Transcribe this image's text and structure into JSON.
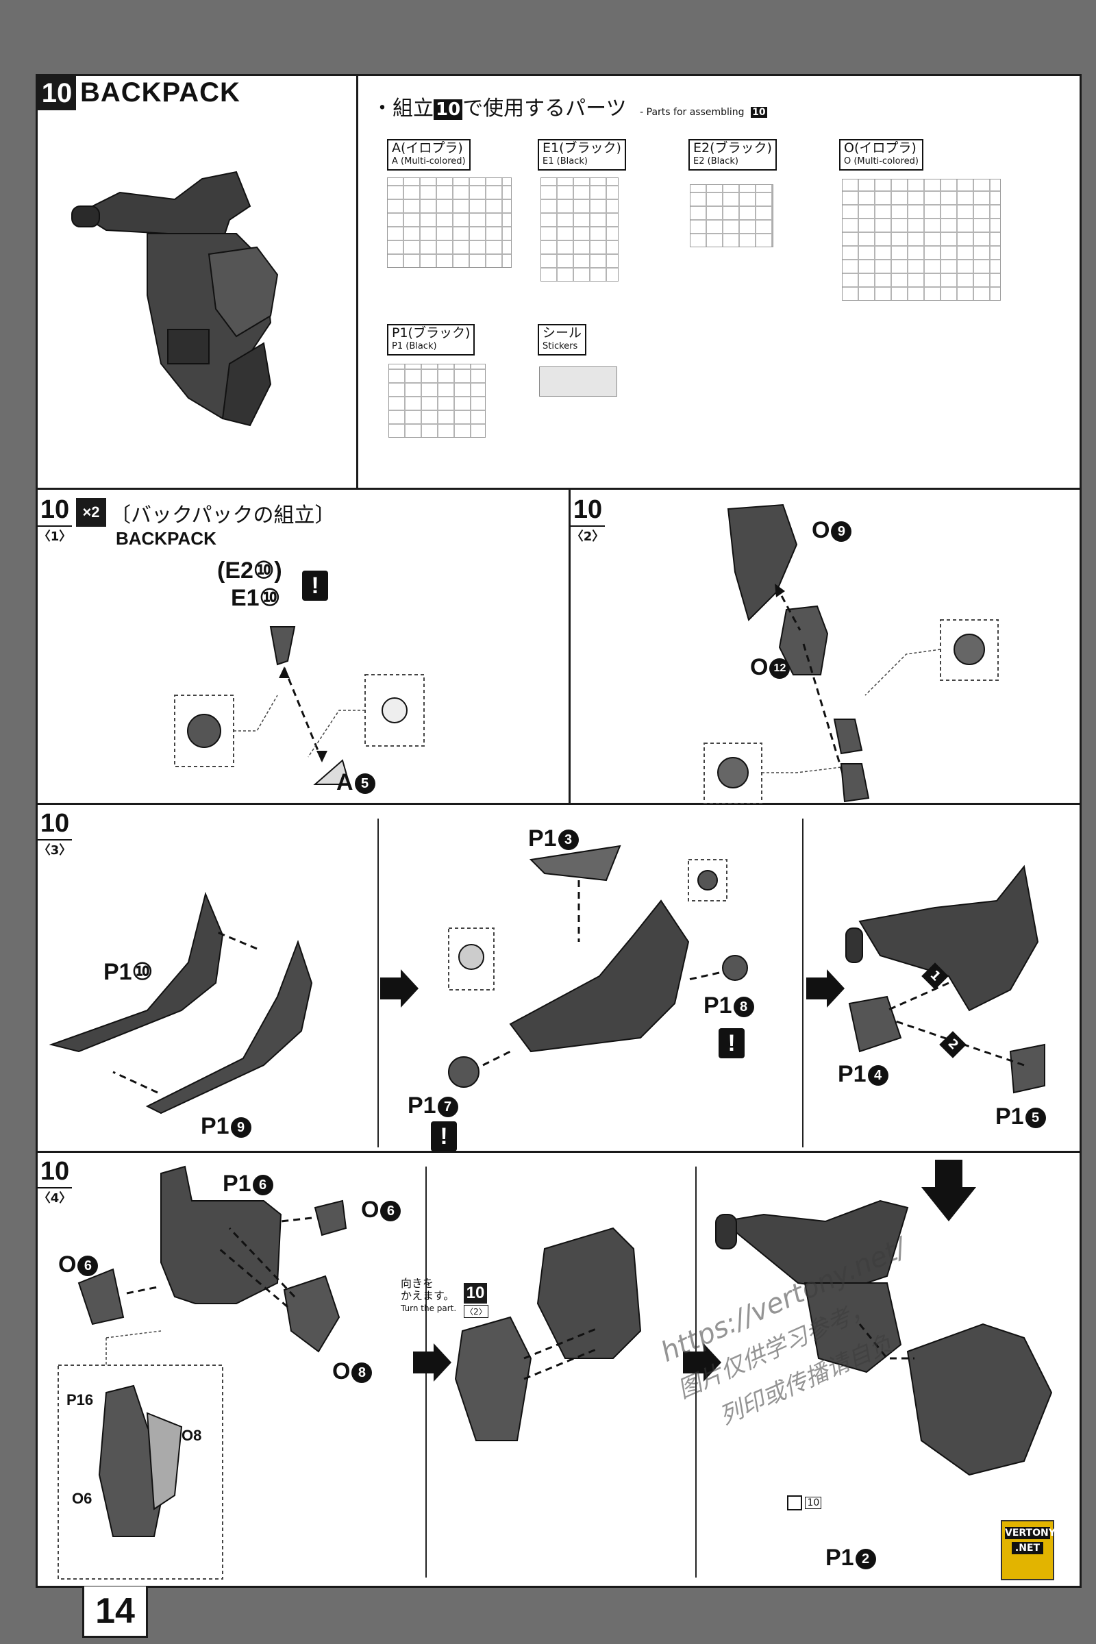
{
  "header": {
    "step_number": "10",
    "title": "BACKPACK",
    "parts_heading_prefix": "・組立",
    "parts_heading_step": "10",
    "parts_heading_suffix": "で使用するパーツ",
    "parts_heading_en": "- Parts for assembling",
    "parts_heading_en_step": "10"
  },
  "parts": [
    {
      "jp": "A(イロプラ)",
      "en": "A (Multi-colored)"
    },
    {
      "jp": "E1(ブラック)",
      "en": "E1 (Black)"
    },
    {
      "jp": "E2(ブラック)",
      "en": "E2 (Black)"
    },
    {
      "jp": "O(イロプラ)",
      "en": "O (Multi-colored)"
    },
    {
      "jp": "P1(ブラック)",
      "en": "P1 (Black)"
    },
    {
      "jp": "シール",
      "en": "Stickers"
    }
  ],
  "step1": {
    "badge": "10",
    "sub": "〈1〉",
    "multiplier": "×2",
    "title_jp": "〔バックパックの組立〕",
    "title_en": "BACKPACK",
    "label_e2": "(E2",
    "label_e2_num": "⑩",
    "label_e2_close": ")",
    "label_e1": "E1",
    "label_e1_num": "⑩",
    "label_a": "A",
    "label_a_num": "5",
    "warn": "!"
  },
  "step2": {
    "badge": "10",
    "sub": "〈2〉",
    "label_o9": "O",
    "label_o9_num": "9",
    "label_o12": "O",
    "label_o12_num": "12"
  },
  "step3": {
    "badge": "10",
    "sub": "〈3〉",
    "p1_10": "P1",
    "p1_10_num": "⑩",
    "p1_9": "P1",
    "p1_9_num": "9",
    "p1_3": "P1",
    "p1_3_num": "3",
    "p1_8": "P1",
    "p1_8_num": "8",
    "p1_7": "P1",
    "p1_7_num": "7",
    "p1_4": "P1",
    "p1_4_num": "4",
    "p1_5": "P1",
    "p1_5_num": "5",
    "order1": "1",
    "order2": "2",
    "warn": "!"
  },
  "step4": {
    "badge": "10",
    "sub": "〈4〉",
    "p1_6": "P1",
    "p1_6_num": "6",
    "o6": "O",
    "o6_num": "6",
    "o8": "O",
    "o8_num": "8",
    "turn_jp1": "向きを",
    "turn_jp2": "かえます。",
    "turn_en": "Turn the part.",
    "ref_badge": "10",
    "ref_sub": "〈2〉",
    "p1_2": "P1",
    "p1_2_num": "2",
    "sticker_ref": "10"
  },
  "watermark": {
    "url": "https://vertony.net/",
    "cn1": "图片仅供学习参考，",
    "cn2": "列印或传播请自负",
    "logo1": "VERTONY",
    "logo2": ".NET"
  },
  "page_number": "14"
}
